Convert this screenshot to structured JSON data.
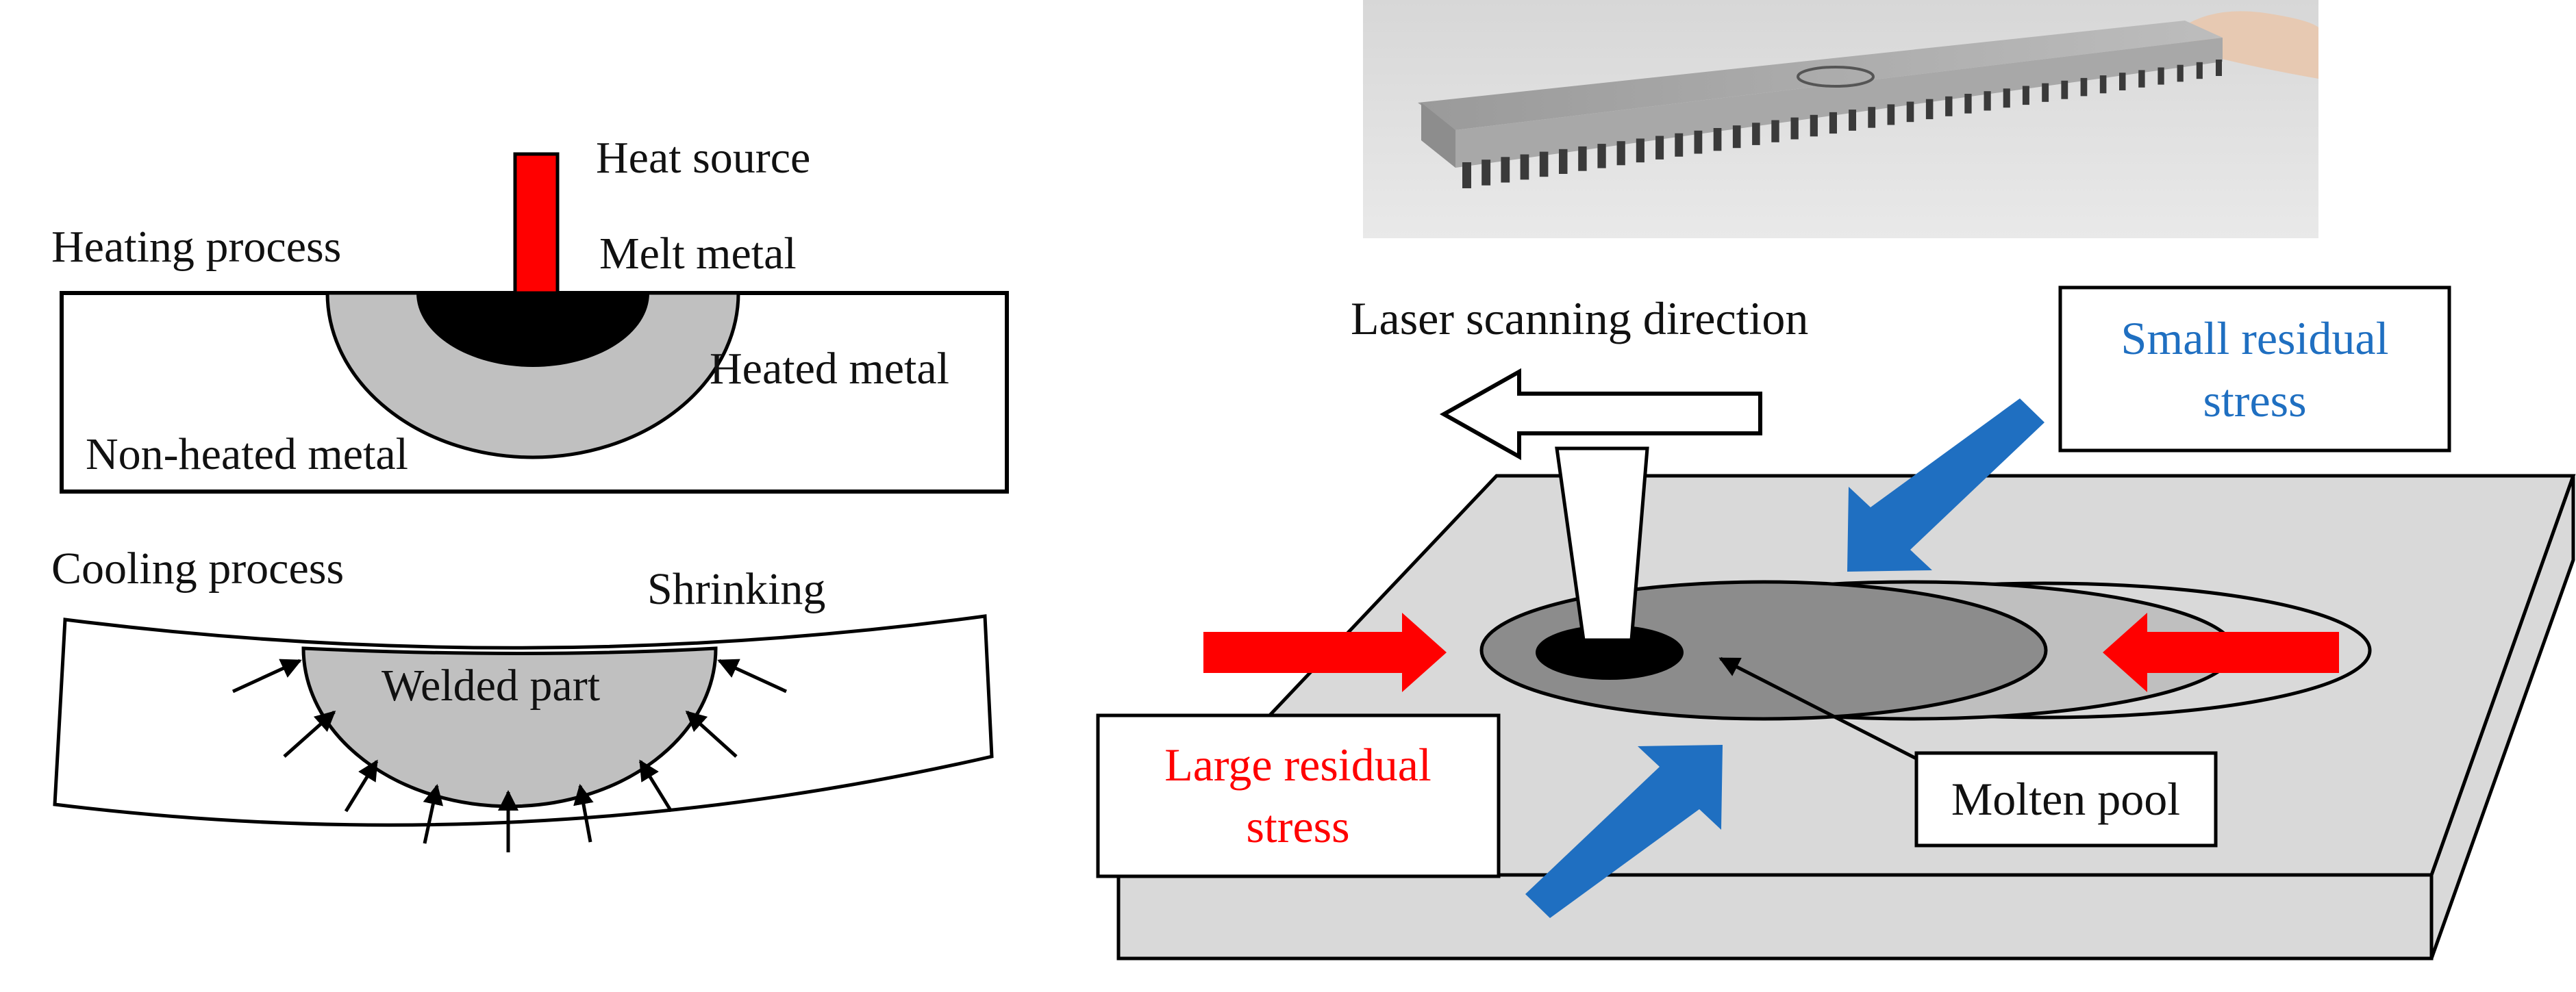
{
  "heating": {
    "title": "Heating process",
    "heat_source": "Heat source",
    "melt_metal": "Melt metal",
    "heated_metal": "Heated metal",
    "non_heated_metal": "Non-heated metal"
  },
  "cooling": {
    "title": "Cooling process",
    "shrinking": "Shrinking",
    "welded_part": "Welded part"
  },
  "laser": {
    "scanning_direction": "Laser scanning direction",
    "small_stress_line1": "Small residual",
    "small_stress_line2": "stress",
    "large_stress_line1": "Large residual",
    "large_stress_line2": "stress",
    "molten_pool": "Molten pool"
  },
  "colors": {
    "heat_source": "#ff0000",
    "large_stress": "#ff0000",
    "small_stress": "#1f6fc1",
    "melt": "#000000",
    "heated": "#c0c0c0",
    "plate": "#d9d9d9",
    "pool_outer": "#8c8c8c"
  },
  "photo": {
    "subject": "metal comb-like sample held by fingers"
  }
}
